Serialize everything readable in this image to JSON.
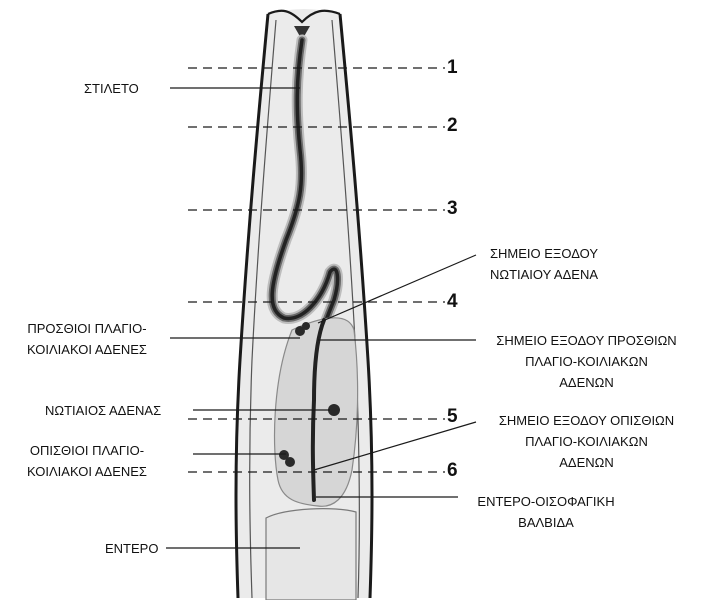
{
  "colors": {
    "background": "#ffffff",
    "body_fill": "#ebebeb",
    "gland_fill": "#d6d6d6",
    "outline": "#1a1a1a",
    "stylet": "#222222"
  },
  "section_numbers": [
    "1",
    "2",
    "3",
    "4",
    "5",
    "6"
  ],
  "labels": {
    "stylet": "ΣΤΙΛΕΤΟ",
    "anterior_subventral": [
      "ΠΡΟΣΘΙΟΙ ΠΛΑΓΙΟ-",
      "ΚΟΙΛΙΑΚΟΙ ΑΔΕΝΕΣ"
    ],
    "dorsal_gland": "ΝΩΤΙΑΙΟΣ ΑΔΕΝΑΣ",
    "posterior_subventral": [
      "ΟΠΙΣΘΙΟΙ ΠΛΑΓΙΟ-",
      "ΚΟΙΛΙΑΚΟΙ ΑΔΕΝΕΣ"
    ],
    "intestine": "ΕΝΤΕΡΟ",
    "dorsal_outlet": [
      "ΣΗΜΕΙΟ ΕΞΟΔΟΥ",
      "ΝΩΤΙΑΙΟΥ ΑΔΕΝΑ"
    ],
    "anterior_outlet": [
      "ΣΗΜΕΙΟ ΕΞΟΔΟΥ ΠΡΟΣΘΙΩΝ",
      "ΠΛΑΓΙΟ-ΚΟΙΛΙΑΚΩΝ",
      "ΑΔΕΝΩΝ"
    ],
    "posterior_outlet": [
      "ΣΗΜΕΙΟ ΕΞΟΔΟΥ ΟΠΙΣΘΙΩΝ",
      "ΠΛΑΓΙΟ-ΚΟΙΛΙΑΚΩΝ",
      "ΑΔΕΝΩΝ"
    ],
    "valve": [
      "ΕΝΤΕΡΟ-ΟΙΣΟΦΑΓΙΚΗ",
      "ΒΑΛΒΙΔΑ"
    ]
  }
}
